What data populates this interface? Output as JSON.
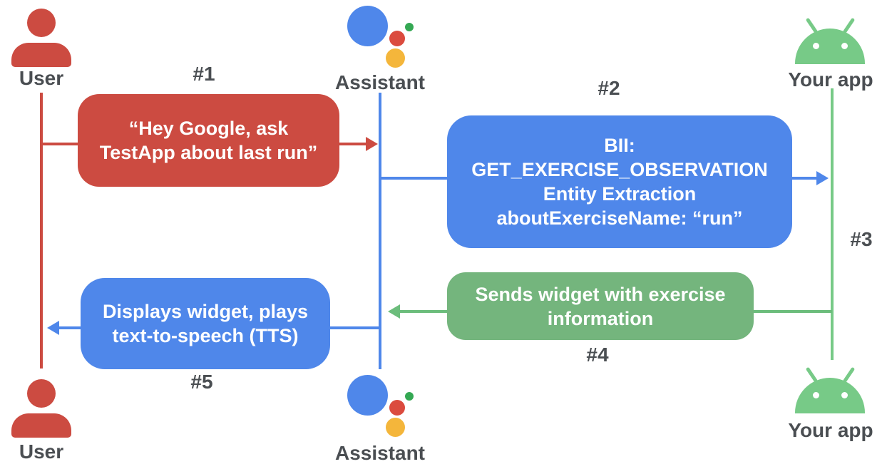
{
  "palette": {
    "red": "#CC4B41",
    "blue": "#4F87EA",
    "green_box": "#74B57D",
    "green_android": "#77CA87",
    "assistant_logo_red": "#DB4B3E",
    "assistant_logo_yellow": "#F4B63B",
    "assistant_logo_green": "#34A853",
    "label_gray": "#4A4E52",
    "box_text": "#FFFFFF"
  },
  "actors": {
    "user_top": "User",
    "assistant_top": "Assistant",
    "app_top": "Your app",
    "user_bottom": "User",
    "assistant_bottom": "Assistant",
    "app_bottom": "Your app"
  },
  "icons": {
    "user": "person-icon",
    "assistant": "google-assistant-logo",
    "app": "android-robot-icon"
  },
  "steps": {
    "s1": {
      "badge": "#1",
      "lines": [
        "“Hey Google, ask",
        "TestApp about last run”"
      ]
    },
    "s2": {
      "badge": "#2",
      "lines": [
        "BII:",
        "GET_EXERCISE_OBSERVATION",
        "Entity Extraction",
        "aboutExerciseName: “run”"
      ]
    },
    "s3": {
      "badge": "#3"
    },
    "s4": {
      "badge": "#4",
      "lines": [
        "Sends widget with exercise",
        "information"
      ]
    },
    "s5": {
      "badge": "#5",
      "lines": [
        "Displays widget, plays",
        "text-to-speech (TTS)"
      ]
    }
  }
}
